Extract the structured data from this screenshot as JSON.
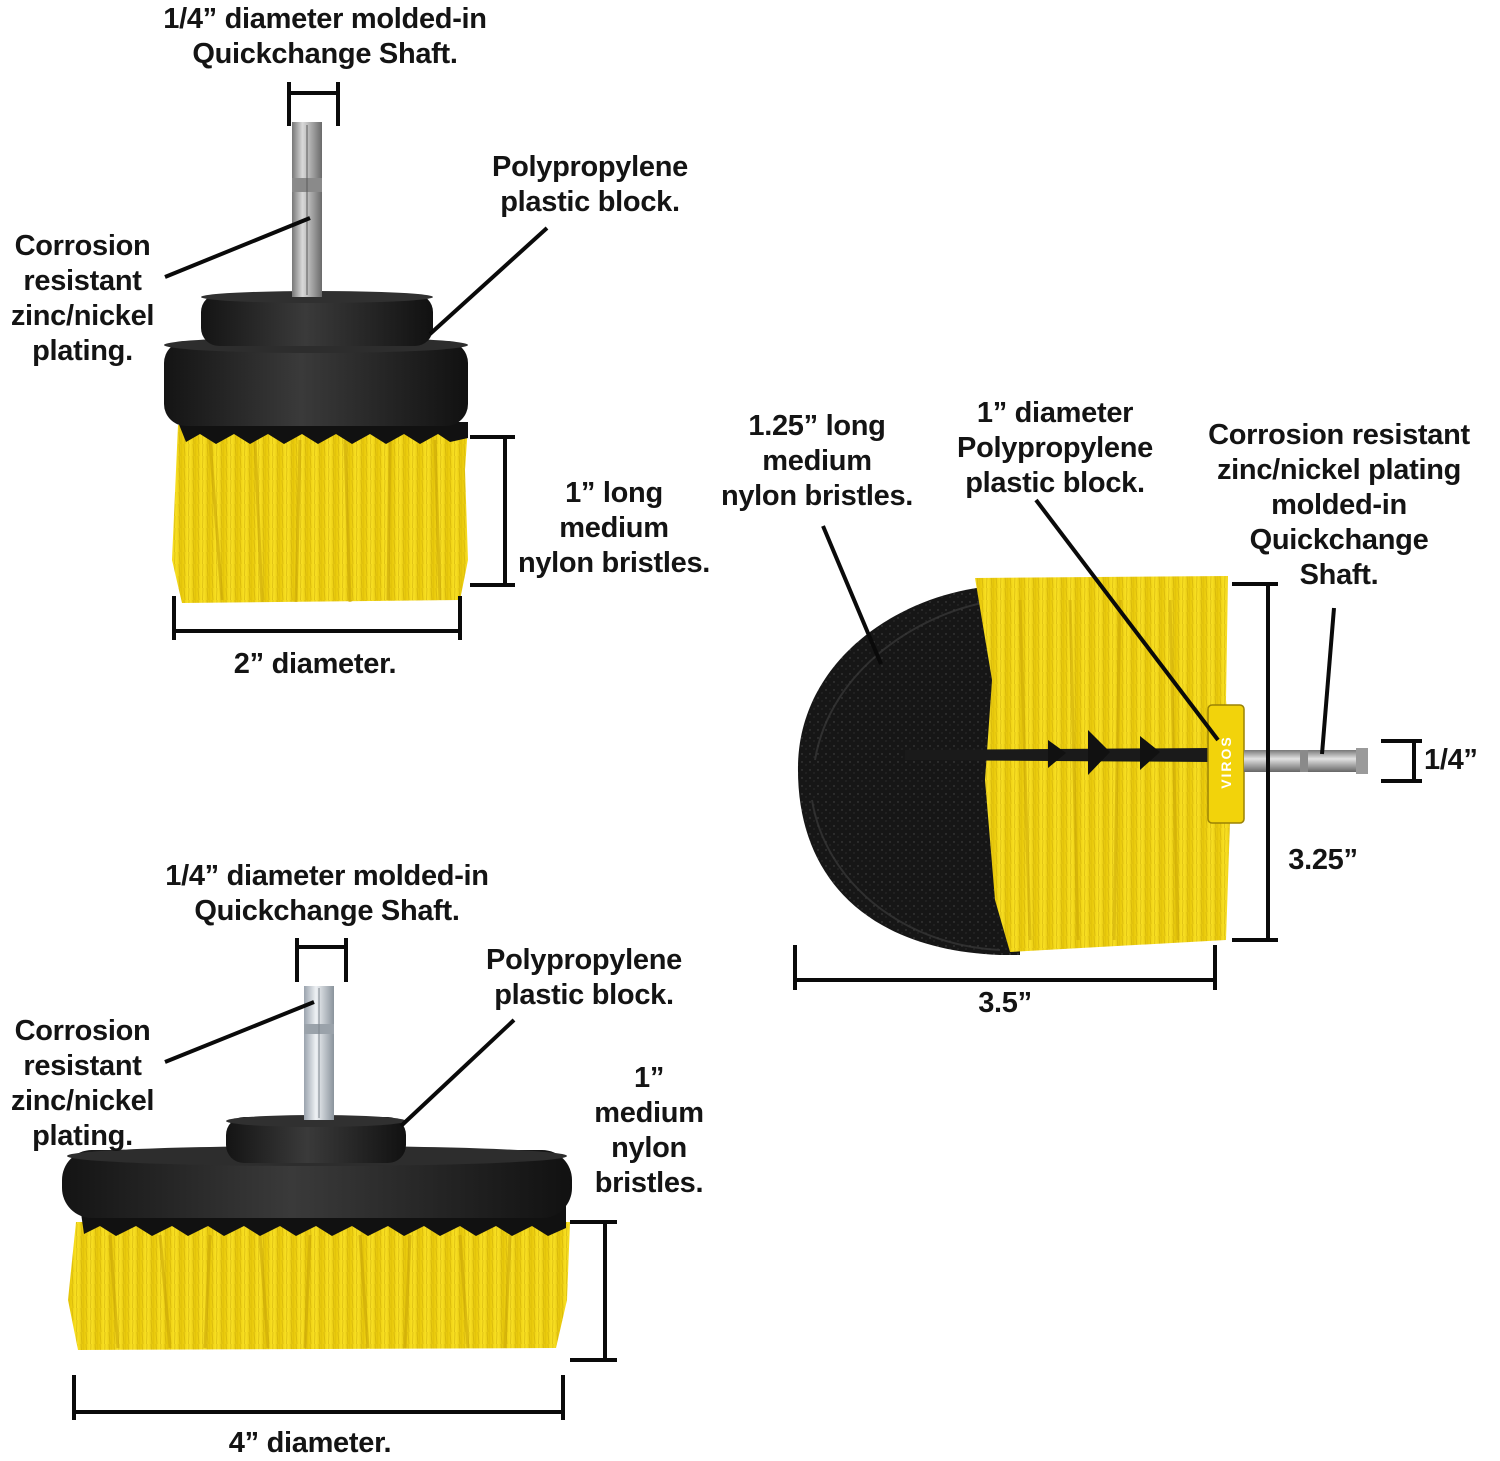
{
  "colors": {
    "bristle_yellow": "#f6d90f",
    "bristle_dark": "#c9a806",
    "block_black": "#1b1b1b",
    "block_mid": "#2c2c2c",
    "shaft_steel": "#a7a7a7",
    "dark_bristle": "#161616",
    "line": "#0a0a0a"
  },
  "brush_2in": {
    "shaft_label": "1/4” diameter molded-in\nQuickchange Shaft.",
    "block_label": "Polypropylene\nplastic block.",
    "plating_label": "Corrosion\nresistant\nzinc/nickel\nplating.",
    "bristle_label": "1” long\nmedium\nnylon bristles.",
    "diameter_label": "2” diameter."
  },
  "brush_4in": {
    "shaft_label": "1/4” diameter molded-in\nQuickchange Shaft.",
    "block_label": "Polypropylene\nplastic block.",
    "plating_label": "Corrosion\nresistant\nzinc/nickel\nplating.",
    "bristle_label": "1”\nmedium\nnylon\nbristles.",
    "diameter_label": "4” diameter."
  },
  "brush_drum": {
    "bristle_label": "1.25” long\nmedium\nnylon bristles.",
    "block_label": "1” diameter\nPolypropylene\nplastic block.",
    "plating_label": "Corrosion resistant\nzinc/nickel plating\nmolded-in\nQuickchange\nShaft.",
    "shaft_dim": "1/4”",
    "height_dim": "3.25”",
    "width_dim": "3.5”",
    "brand_text": "VIROS"
  }
}
